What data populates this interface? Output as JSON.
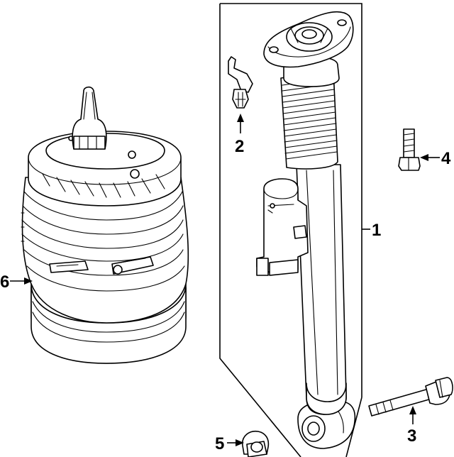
{
  "callouts": [
    {
      "id": "1",
      "text": "1"
    },
    {
      "id": "2",
      "text": "2"
    },
    {
      "id": "3",
      "text": "3"
    },
    {
      "id": "4",
      "text": "4"
    },
    {
      "id": "5",
      "text": "5"
    },
    {
      "id": "6",
      "text": "6"
    }
  ],
  "parts": [
    {
      "callout": "1",
      "name": "shock-absorber-assembly"
    },
    {
      "callout": "2",
      "name": "sensor-bracket"
    },
    {
      "callout": "3",
      "name": "lower-mounting-bolt"
    },
    {
      "callout": "4",
      "name": "upper-mounting-bolt"
    },
    {
      "callout": "5",
      "name": "nut"
    },
    {
      "callout": "6",
      "name": "air-spring"
    }
  ]
}
